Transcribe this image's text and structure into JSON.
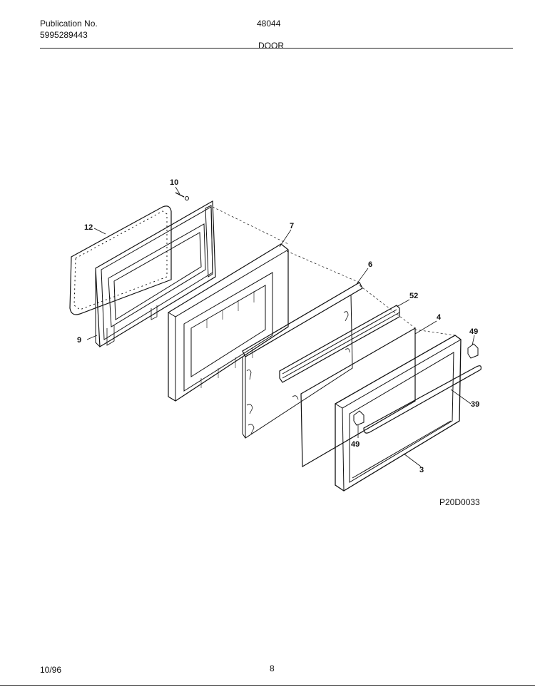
{
  "header": {
    "publication_label": "Publication No.",
    "publication_number": "5995289443",
    "model_number": "48044",
    "section_title": "DOOR"
  },
  "diagram": {
    "code": "P20D0033",
    "part_labels": [
      "10",
      "12",
      "7",
      "6",
      "52",
      "4",
      "49",
      "9",
      "39",
      "49",
      "3"
    ]
  },
  "footer": {
    "date": "10/96",
    "page_number": "8"
  },
  "colors": {
    "ink": "#111111",
    "paper": "#ffffff"
  }
}
